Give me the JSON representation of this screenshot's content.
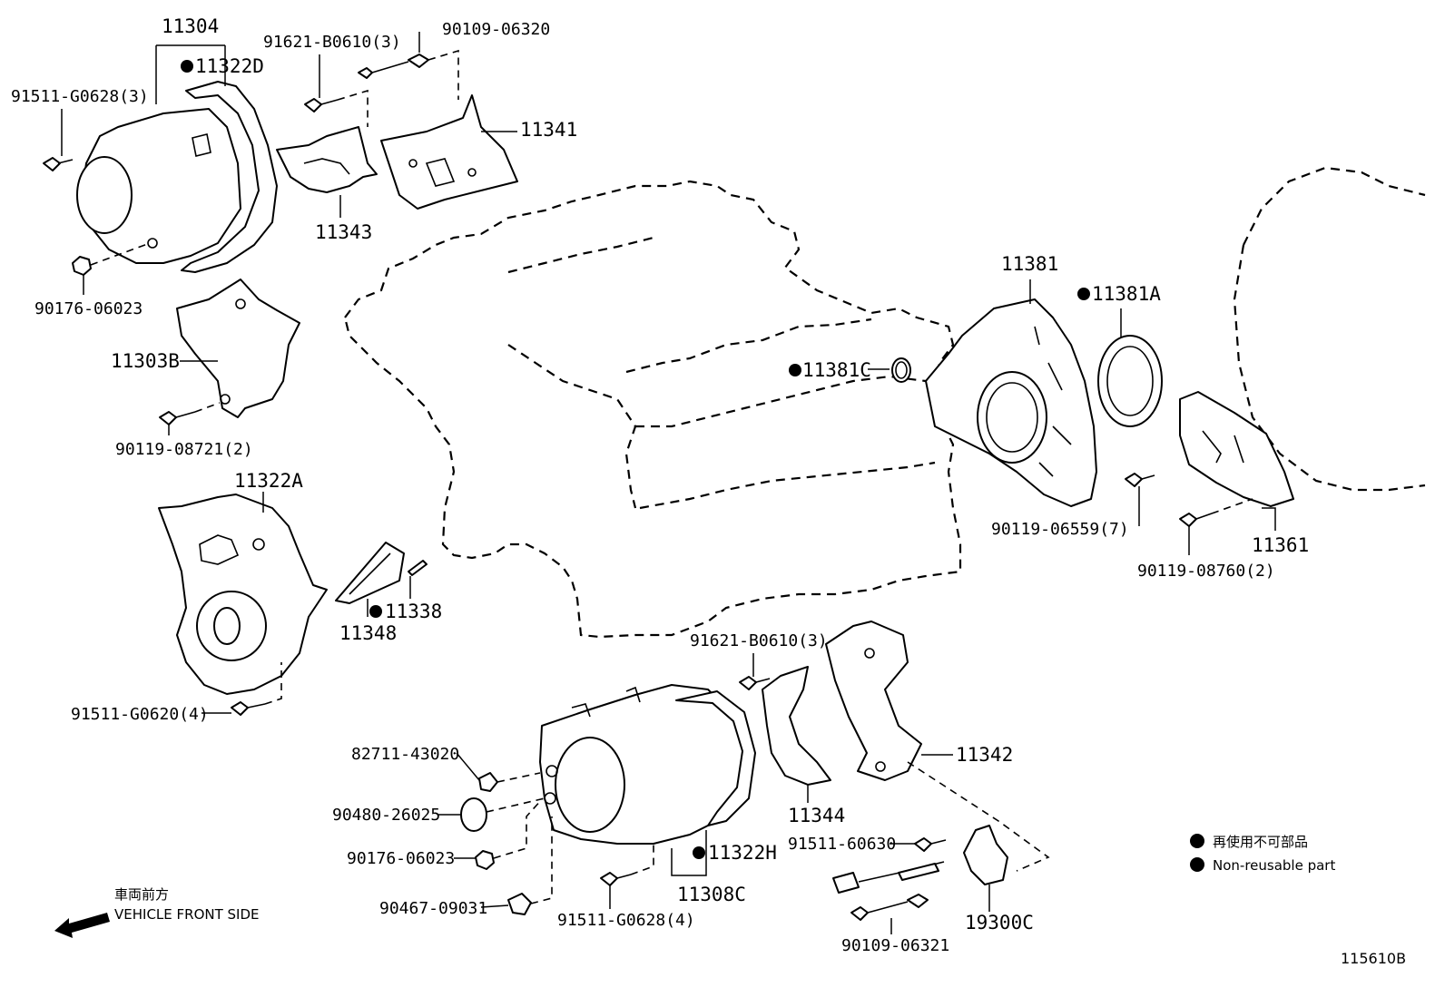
{
  "parts": {
    "p11304": "11304",
    "p11322D": "11322D",
    "p91511_G0628_3": "91511-G0628(3)",
    "p91621_B0610_3_top": "91621-B0610(3)",
    "p90109_06320": "90109-06320",
    "p11341": "11341",
    "p11343": "11343",
    "p90176_06023_top": "90176-06023",
    "p11303B": "11303B",
    "p90119_08721_2": "90119-08721(2)",
    "p11322A": "11322A",
    "p11338": "11338",
    "p11348": "11348",
    "p91511_G0620_4": "91511-G0620(4)",
    "p11381": "11381",
    "p11381A": "11381A",
    "p11381C": "11381C",
    "p90119_06559_7": "90119-06559(7)",
    "p11361": "11361",
    "p90119_08760_2": "90119-08760(2)",
    "p91621_B0610_3_bot": "91621-B0610(3)",
    "p11342": "11342",
    "p82711_43020": "82711-43020",
    "p90480_26025": "90480-26025",
    "p90176_06023_bot": "90176-06023",
    "p90467_09031": "90467-09031",
    "p91511_G0628_4": "91511-G0628(4)",
    "p11322H": "11322H",
    "p11308C": "11308C",
    "p11344": "11344",
    "p91511_60630": "91511-60630",
    "p19300C": "19300C",
    "p90109_06321": "90109-06321"
  },
  "legend": {
    "jp": "再使用不可部品",
    "en": "Non-reusable part"
  },
  "front": {
    "jp": "車両前方",
    "en": "VEHICLE FRONT SIDE"
  },
  "diagram_code": "115610B"
}
